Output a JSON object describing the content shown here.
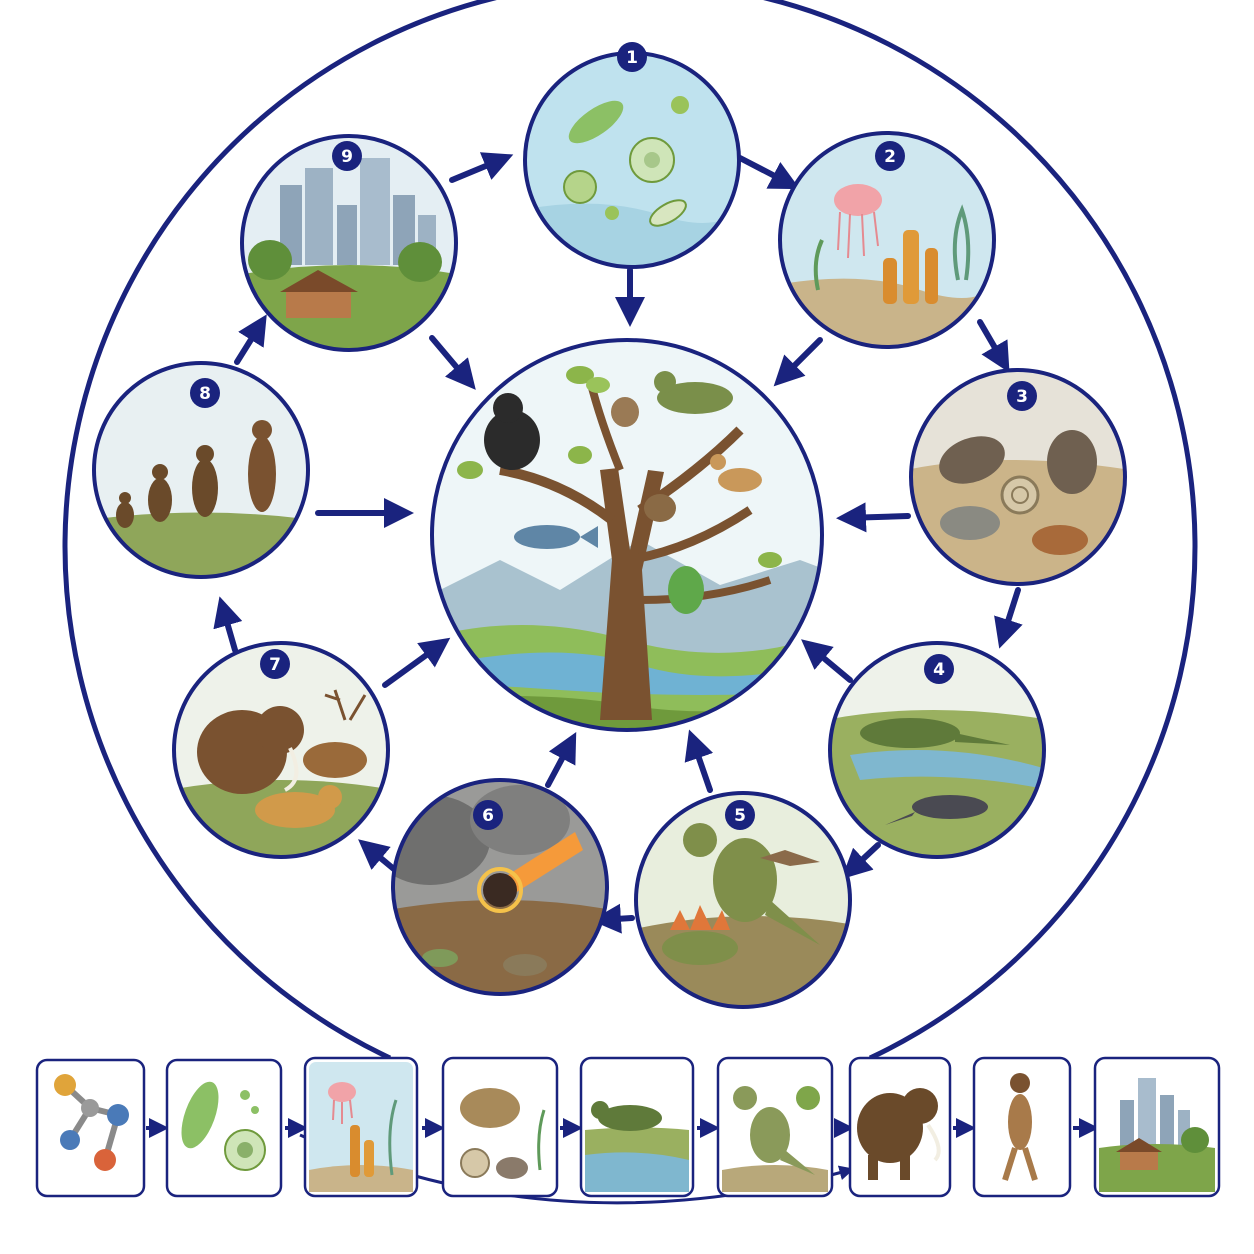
{
  "colors": {
    "accent": "#1a237e",
    "water": "#bfe2ee",
    "ground": "#8a6a45",
    "grass": "#7ea54a",
    "sky": "#e3f0f6"
  },
  "center": {
    "scene": "tree-of-life"
  },
  "stages": [
    {
      "number": "1",
      "scene": "microbes"
    },
    {
      "number": "2",
      "scene": "sea-life"
    },
    {
      "number": "3",
      "scene": "trilobites"
    },
    {
      "number": "4",
      "scene": "amphibians"
    },
    {
      "number": "5",
      "scene": "dinosaurs"
    },
    {
      "number": "6",
      "scene": "extinction"
    },
    {
      "number": "7",
      "scene": "ice-age-mammals"
    },
    {
      "number": "8",
      "scene": "human-evolution"
    },
    {
      "number": "9",
      "scene": "civilization"
    }
  ],
  "timeline": [
    {
      "scene": "molecules"
    },
    {
      "scene": "cells"
    },
    {
      "scene": "sea-life"
    },
    {
      "scene": "trilobite"
    },
    {
      "scene": "amphibian"
    },
    {
      "scene": "dinosaur"
    },
    {
      "scene": "mammoth"
    },
    {
      "scene": "human"
    },
    {
      "scene": "city"
    }
  ]
}
